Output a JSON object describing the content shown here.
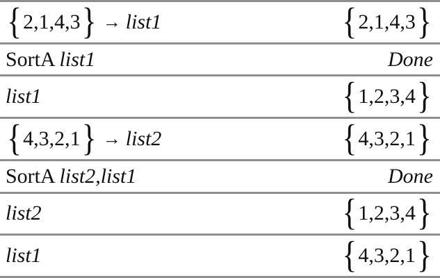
{
  "app": {
    "name": "calculator-history",
    "colors": {
      "background": "#ffffff",
      "text": "#111111",
      "divider": "#8f8f8f"
    }
  },
  "rows": [
    {
      "left": [
        {
          "type": "brace",
          "value": "{"
        },
        {
          "type": "plain",
          "value": "2,1,4,3"
        },
        {
          "type": "brace",
          "value": "}"
        },
        {
          "type": "arrow",
          "value": "→"
        },
        {
          "type": "var",
          "value": "list1"
        }
      ],
      "right": [
        {
          "type": "brace",
          "value": "{"
        },
        {
          "type": "plain",
          "value": "2,1,4,3"
        },
        {
          "type": "brace",
          "value": "}"
        }
      ]
    },
    {
      "left": [
        {
          "type": "plain",
          "value": "SortA "
        },
        {
          "type": "var",
          "value": "list1"
        }
      ],
      "right": [
        {
          "type": "result",
          "value": "Done"
        }
      ]
    },
    {
      "left": [
        {
          "type": "var",
          "value": "list1"
        }
      ],
      "right": [
        {
          "type": "brace",
          "value": "{"
        },
        {
          "type": "plain",
          "value": "1,2,3,4"
        },
        {
          "type": "brace",
          "value": "}"
        }
      ]
    },
    {
      "left": [
        {
          "type": "brace",
          "value": "{"
        },
        {
          "type": "plain",
          "value": "4,3,2,1"
        },
        {
          "type": "brace",
          "value": "}"
        },
        {
          "type": "arrow",
          "value": "→"
        },
        {
          "type": "var",
          "value": "list2"
        }
      ],
      "right": [
        {
          "type": "brace",
          "value": "{"
        },
        {
          "type": "plain",
          "value": "4,3,2,1"
        },
        {
          "type": "brace",
          "value": "}"
        }
      ]
    },
    {
      "left": [
        {
          "type": "plain",
          "value": "SortA "
        },
        {
          "type": "var",
          "value": "list2,list1"
        }
      ],
      "right": [
        {
          "type": "result",
          "value": "Done"
        }
      ]
    },
    {
      "left": [
        {
          "type": "var",
          "value": "list2"
        }
      ],
      "right": [
        {
          "type": "brace",
          "value": "{"
        },
        {
          "type": "plain",
          "value": "1,2,3,4"
        },
        {
          "type": "brace",
          "value": "}"
        }
      ]
    },
    {
      "left": [
        {
          "type": "var",
          "value": "list1"
        }
      ],
      "right": [
        {
          "type": "brace",
          "value": "{"
        },
        {
          "type": "plain",
          "value": "4,3,2,1"
        },
        {
          "type": "brace",
          "value": "}"
        }
      ]
    }
  ]
}
